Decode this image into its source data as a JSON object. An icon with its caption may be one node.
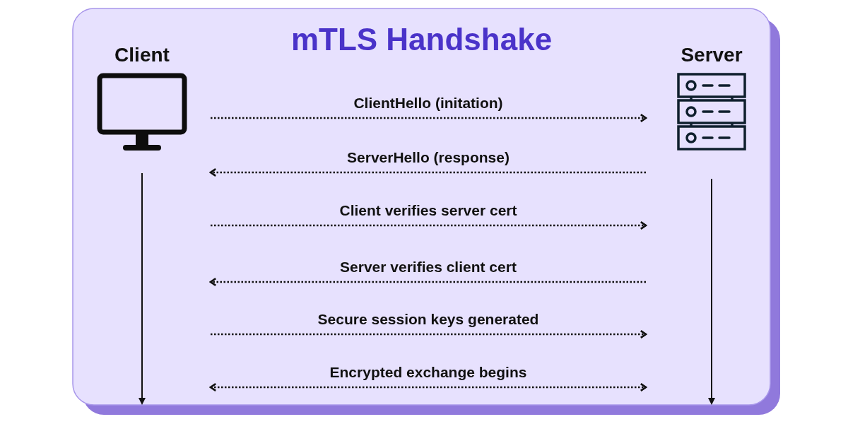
{
  "diagram": {
    "title": "mTLS Handshake",
    "nodes": [
      {
        "text": [
          "Client"
        ]
      },
      {
        "text": [
          "Server"
        ]
      }
    ],
    "edges": [
      {
        "from": 0,
        "to": 1,
        "arrow": "to",
        "label": "ClientHello (initation)"
      },
      {
        "from": 1,
        "to": 0,
        "arrow": "to",
        "label": "ServerHello (response)"
      },
      {
        "from": 0,
        "to": 1,
        "arrow": "to",
        "label": "Client verifies server cert"
      },
      {
        "from": 1,
        "to": 0,
        "arrow": "to",
        "label": "Server verifies client cert"
      },
      {
        "from": 0,
        "to": 1,
        "arrow": "to",
        "label": "Secure session keys generated"
      },
      {
        "from": 0,
        "to": 1,
        "arrow": "both",
        "label": "Encrypted exchange begins"
      }
    ]
  }
}
